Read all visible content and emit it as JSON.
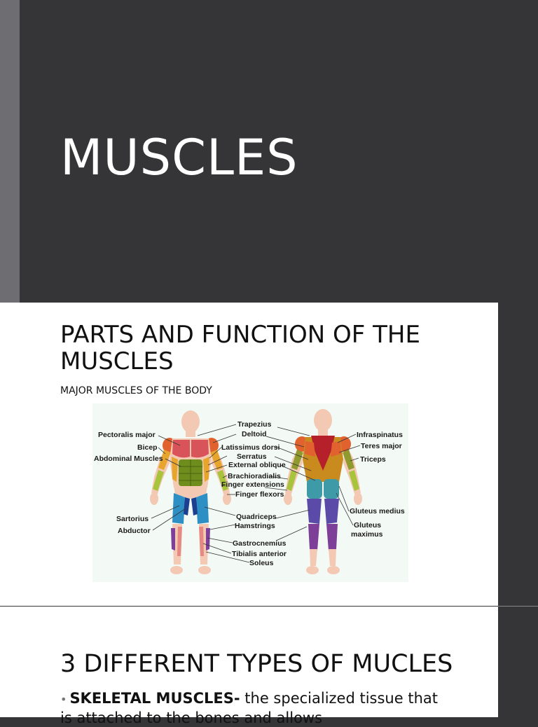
{
  "slide1": {
    "title": "MUSCLES"
  },
  "slide2": {
    "heading": "PARTS AND FUNCTION OF THE MUSCLES",
    "subheading": "MAJOR MUSCLES OF THE BODY",
    "figure": {
      "labels_front_left": [
        "Pectoralis major",
        "Bicep",
        "Abdominal Muscles",
        "Sartorius",
        "Abductor"
      ],
      "labels_center": [
        "Trapezius",
        "Deltoid",
        "Latissimus dorsi",
        "Serratus",
        "External oblique",
        "Brachioradialis",
        "Finger extensions",
        "Finger flexors",
        "Quadriceps",
        "Hamstrings",
        "Gastrocnemius",
        "Tibialis anterior",
        "Soleus"
      ],
      "labels_back_right": [
        "Infraspinatus",
        "Teres major",
        "Triceps",
        "Gluteus medius",
        "Gluteus",
        "maximus"
      ],
      "colors": {
        "skin": "#f3c9b3",
        "pectoral": "#d9545a",
        "deltoid": "#e1612f",
        "bicep": "#e8a52e",
        "forearm": "#a8c43c",
        "abs": "#6e8d1c",
        "quad": "#2e8fc4",
        "adductor": "#1d3f8f",
        "calf": "#7d3f98",
        "trapezius": "#b5202b",
        "lat": "#c98a1e",
        "glute": "#3f9aa8"
      }
    }
  },
  "slide3": {
    "heading": "3 DIFFERENT TYPES OF MUCLES",
    "bullet_term": "SKELETAL MUSCLES-",
    "bullet_text": " the specialized tissue that is attached to the bones and allows"
  }
}
